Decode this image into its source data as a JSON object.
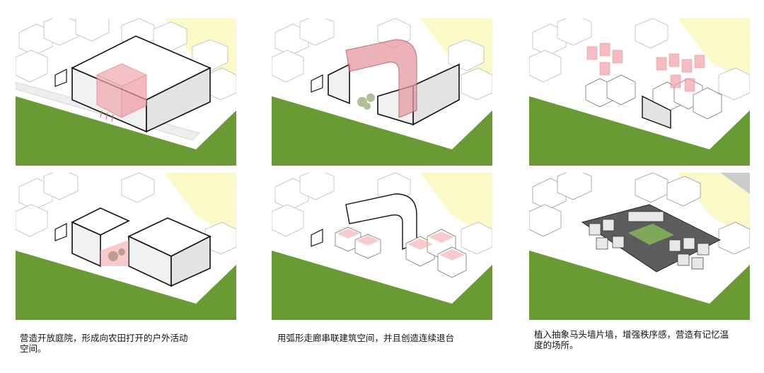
{
  "captions": {
    "col1": "营造开放庭院，形成向农田打开的户外活动\n空间。",
    "col2": "用弧形走廊串联建筑空间，并且创造连续退台",
    "col3": "植入抽象马头墙片墙，增强秩序感，营造有记忆温\n度的场所。"
  },
  "colors": {
    "farmland": "#6a9a34",
    "field_yellow": "#fbf9c8",
    "building": "#ffffff",
    "outline": "#111111",
    "highlight_pink": "#f2a7ae",
    "road_gray": "#e6e6e6"
  }
}
